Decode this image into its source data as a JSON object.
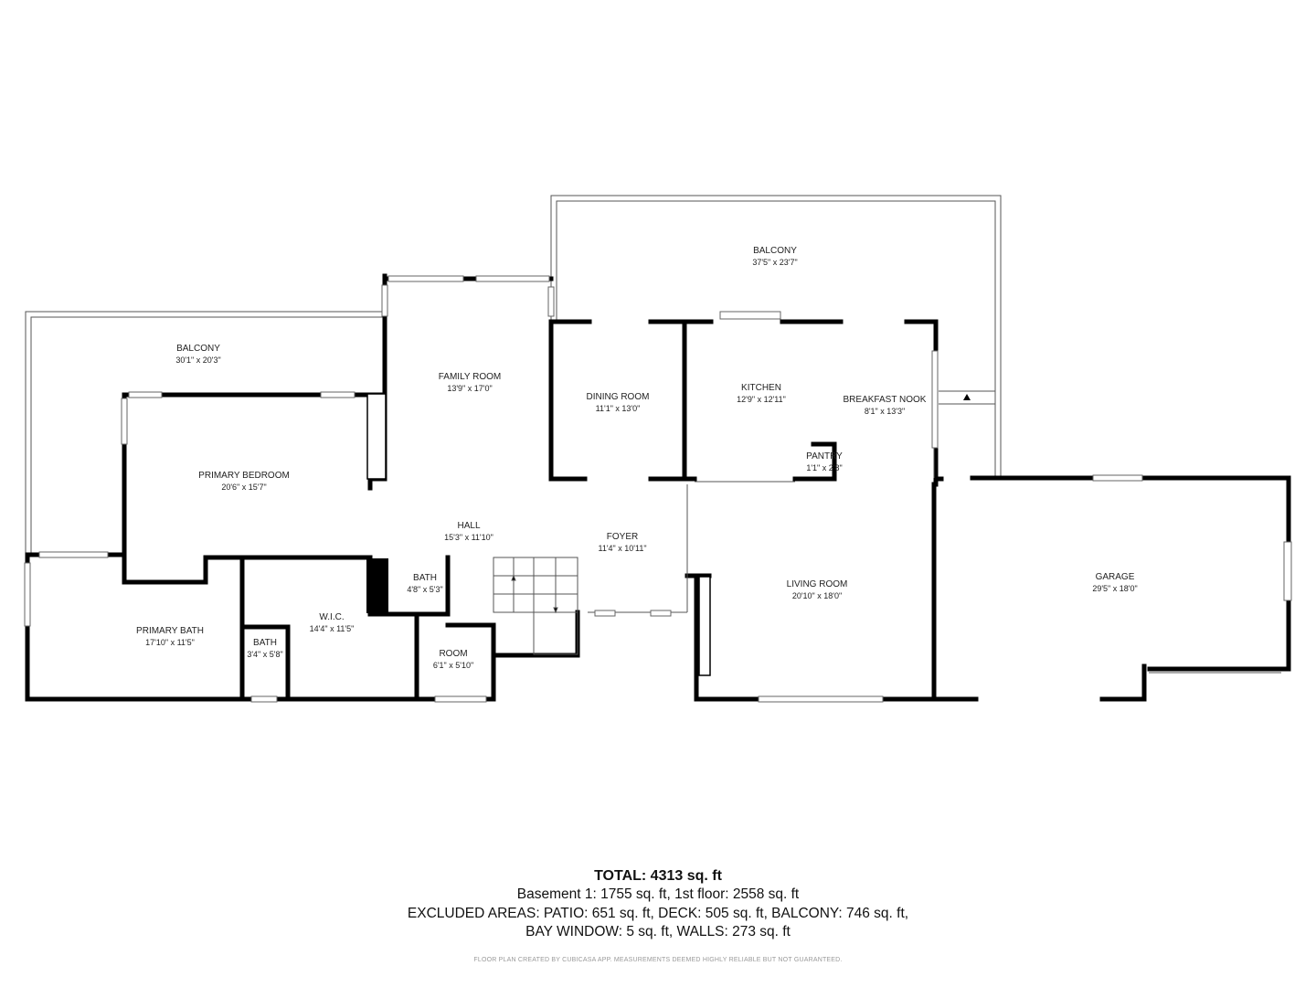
{
  "rooms": {
    "balcony_top": {
      "name": "BALCONY",
      "dims": "37'5\" x 23'7\""
    },
    "balcony_left": {
      "name": "BALCONY",
      "dims": "30'1\" x 20'3\""
    },
    "family_room": {
      "name": "FAMILY ROOM",
      "dims": "13'9\" x 17'0\""
    },
    "dining_room": {
      "name": "DINING ROOM",
      "dims": "11'1\" x 13'0\""
    },
    "kitchen": {
      "name": "KITCHEN",
      "dims": "12'9\" x 12'11\""
    },
    "breakfast_nook": {
      "name": "BREAKFAST NOOK",
      "dims": "8'1\" x 13'3\""
    },
    "pantry": {
      "name": "PANTRY",
      "dims": "1'1\" x 2'8\""
    },
    "primary_bedroom": {
      "name": "PRIMARY BEDROOM",
      "dims": "20'6\" x 15'7\""
    },
    "hall": {
      "name": "HALL",
      "dims": "15'3\" x 11'10\""
    },
    "foyer": {
      "name": "FOYER",
      "dims": "11'4\" x 10'11\""
    },
    "bath_small": {
      "name": "BATH",
      "dims": "4'8\" x 5'3\""
    },
    "living_room": {
      "name": "LIVING ROOM",
      "dims": "20'10\" x 18'0\""
    },
    "garage": {
      "name": "GARAGE",
      "dims": "29'5\" x 18'0\""
    },
    "wic": {
      "name": "W.I.C.",
      "dims": "14'4\" x 11'5\""
    },
    "primary_bath": {
      "name": "PRIMARY BATH",
      "dims": "17'10\" x 11'5\""
    },
    "bath_primary": {
      "name": "BATH",
      "dims": "3'4\" x 5'8\""
    },
    "room": {
      "name": "ROOM",
      "dims": "6'1\" x 5'10\""
    }
  },
  "summary": {
    "total": "TOTAL: 4313 sq. ft",
    "floors": "Basement 1: 1755 sq. ft, 1st floor: 2558 sq. ft",
    "excluded_1": "EXCLUDED AREAS: PATIO: 651 sq. ft, DECK: 505 sq. ft, BALCONY: 746 sq. ft,",
    "excluded_2": "BAY WINDOW: 5 sq. ft, WALLS: 273 sq. ft",
    "disclaimer": "FLOOR PLAN CREATED BY CUBICASA APP. MEASUREMENTS DEEMED HIGHLY RELIABLE BUT NOT GUARANTEED."
  }
}
